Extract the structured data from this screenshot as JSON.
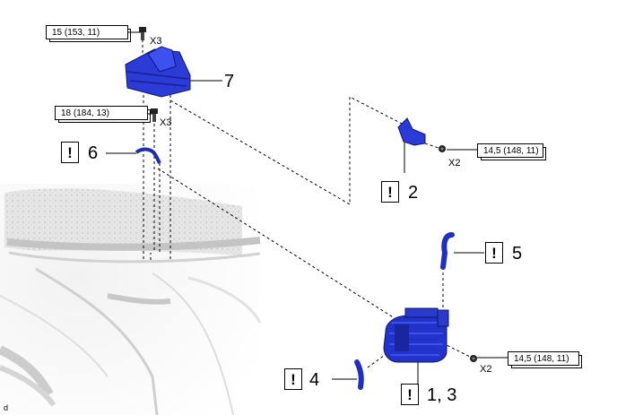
{
  "torques": [
    {
      "id": "t1",
      "text": "15 (153, 11)"
    },
    {
      "id": "t2",
      "text": "18 (184, 13)"
    },
    {
      "id": "t3",
      "text": "14,5 (148, 11)"
    },
    {
      "id": "t4",
      "text": "14,5 (148, 11)"
    }
  ],
  "multipliers": [
    "X3",
    "X3",
    "X2",
    "X2"
  ],
  "warning_symbol": "!",
  "callouts": [
    "7",
    "6",
    "2",
    "5",
    "4",
    "1, 3"
  ],
  "corner_code": "d",
  "colors": {
    "part_blue": "#2233cc",
    "part_dark": "#1a1f8f",
    "line": "#000000",
    "car_gray": "#d9d9d9"
  },
  "icons": [
    "bolt-icon",
    "warning-icon"
  ]
}
